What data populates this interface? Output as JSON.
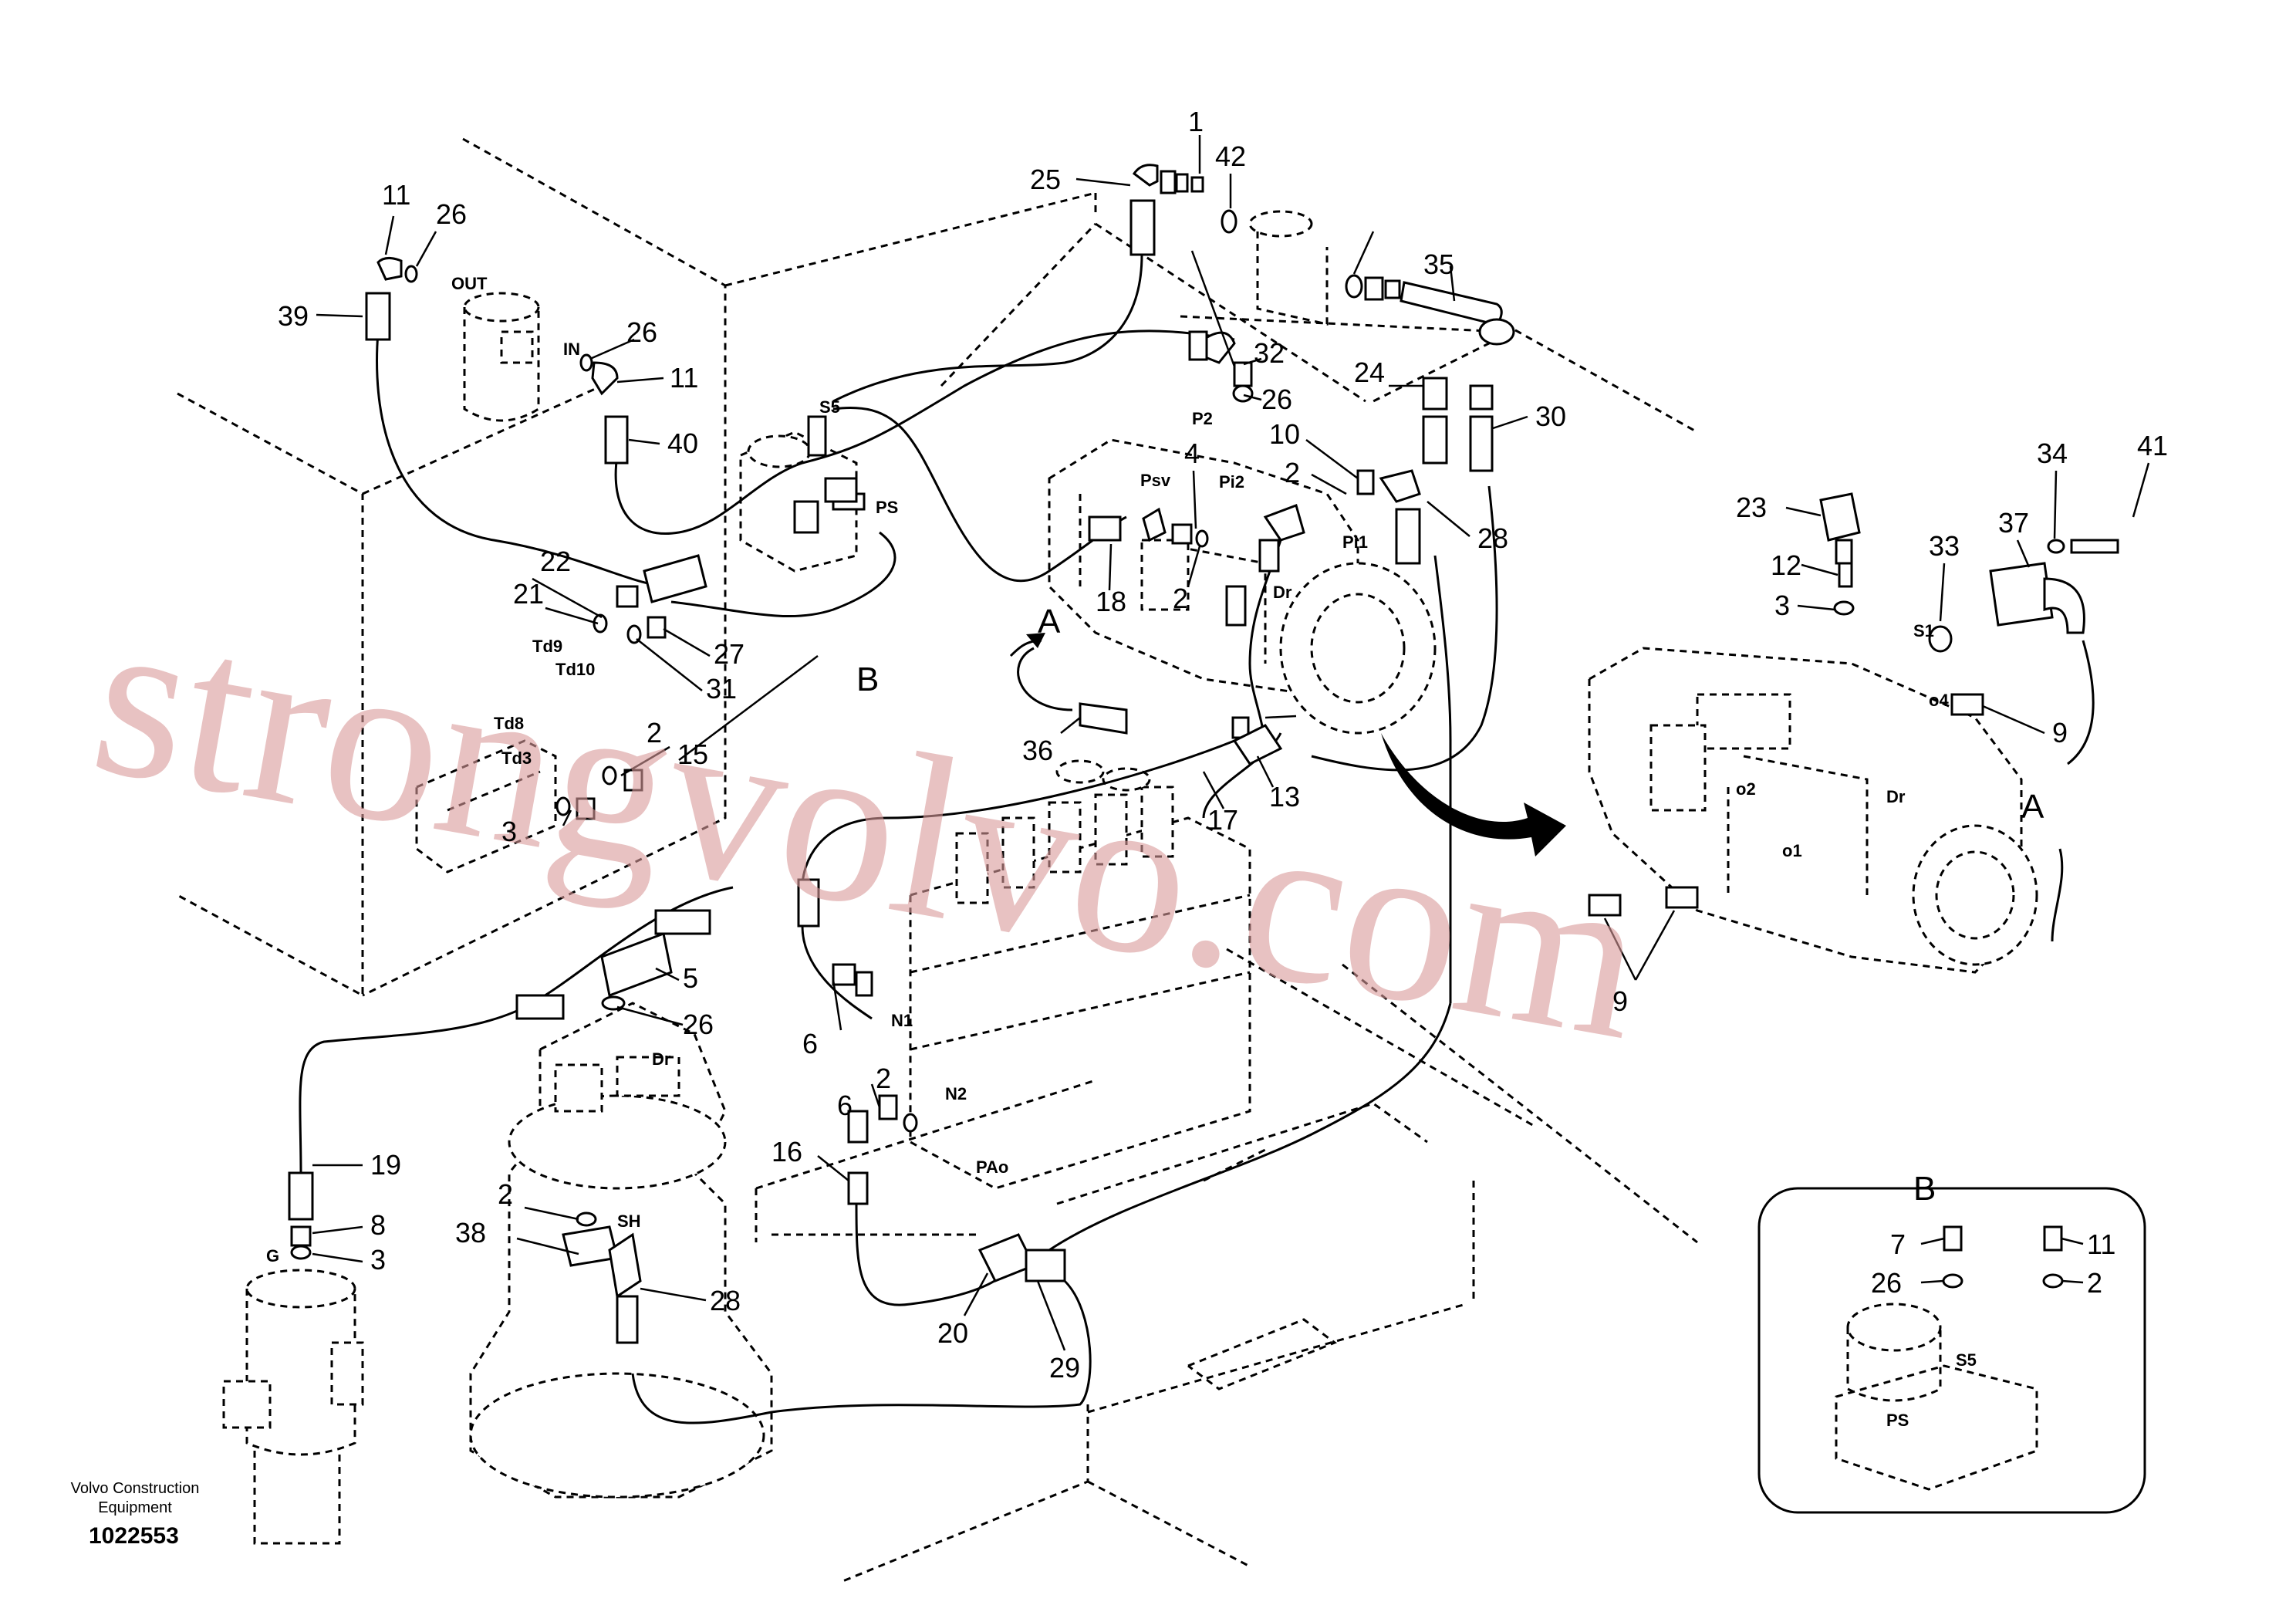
{
  "doc": {
    "caption_line1": "Volvo Construction",
    "caption_line2": "Equipment",
    "number": "1022553"
  },
  "watermark": "strongvolvo.com",
  "detail_a": "A",
  "detail_b": "B",
  "callouts": [
    "1",
    "42",
    "25",
    "11",
    "26",
    "39",
    "26",
    "11",
    "40",
    "32",
    "26",
    "24",
    "35",
    "30",
    "10",
    "2",
    "28",
    "4",
    "18",
    "2",
    "22",
    "21",
    "27",
    "31",
    "2",
    "15",
    "3",
    "36",
    "17",
    "13",
    "5",
    "26",
    "6",
    "2",
    "6",
    "16",
    "19",
    "8",
    "3",
    "2",
    "38",
    "28",
    "20",
    "29",
    "23",
    "41",
    "34",
    "37",
    "12",
    "33",
    "3",
    "9",
    "9",
    "7",
    "11",
    "26",
    "2"
  ],
  "port_labels": [
    "OUT",
    "IN",
    "S5",
    "PS",
    "Td9",
    "Td10",
    "Td8",
    "Td3",
    "P2",
    "Psv",
    "Pi2",
    "Pi1",
    "Dr",
    "N1",
    "N2",
    "PAo",
    "Dr",
    "SH",
    "G",
    "Dr",
    "S1",
    "o4",
    "o2",
    "o1",
    "S5",
    "PS"
  ]
}
